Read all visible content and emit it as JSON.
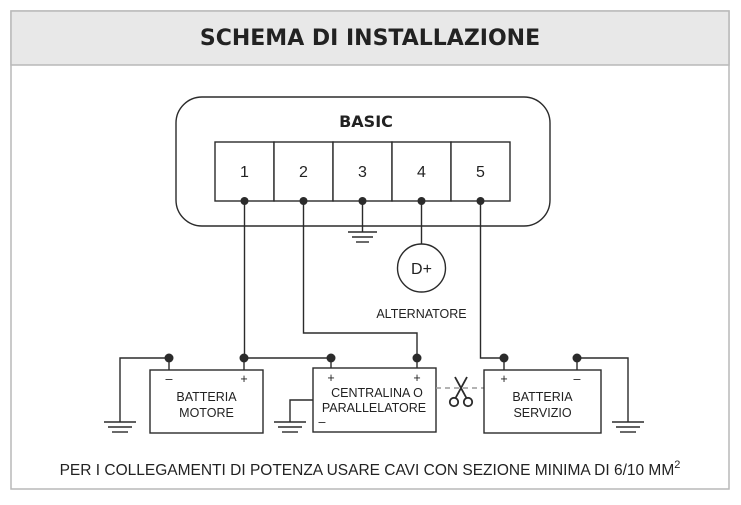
{
  "title": "SCHEMA DI INSTALLAZIONE",
  "module": {
    "name": "BASIC",
    "terminals": [
      "1",
      "2",
      "3",
      "4",
      "5"
    ]
  },
  "alternator": {
    "symbol": "D+",
    "label": "ALTERNATORE"
  },
  "battery_engine": {
    "line1": "BATTERIA",
    "line2": "MOTORE",
    "neg": "–",
    "pos": "+"
  },
  "controller": {
    "line1": "CENTRALINA O",
    "line2": "PARALLELATORE",
    "pos_top_left": "+",
    "pos_top_right": "+",
    "neg": "–"
  },
  "battery_service": {
    "line1": "BATTERIA",
    "line2": "SERVIZIO",
    "pos": "+",
    "neg": "–"
  },
  "footnote": {
    "text": "PER I COLLEGAMENTI DI POTENZA USARE CAVI CON SEZIONE MINIMA DI 6/10 MM",
    "superscript": "2"
  },
  "colors": {
    "frame": "#b9b9b9",
    "header_bg": "#e8e8e8",
    "line": "#2b2b2b",
    "dashed": "#9a9a9a"
  },
  "icons": [
    "ground-icon",
    "scissors-icon",
    "node-dot"
  ]
}
